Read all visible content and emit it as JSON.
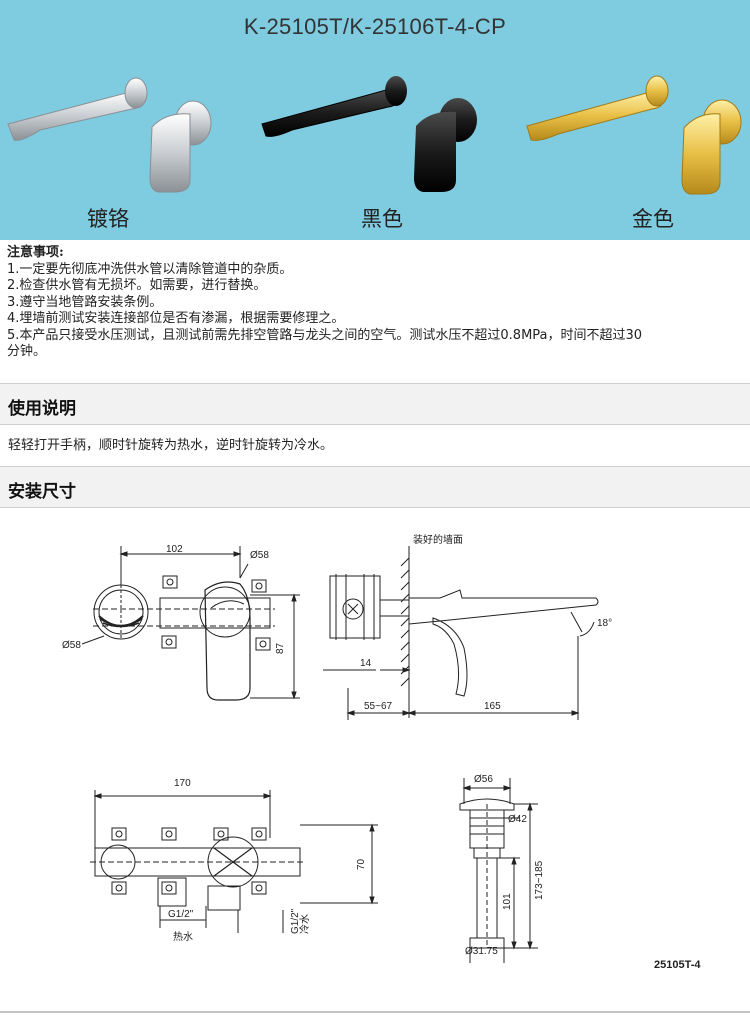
{
  "banner": {
    "model": "K-25105T/K-25106T-4-CP",
    "finishes": [
      {
        "label": "镀铬",
        "color": "#d9dcdf"
      },
      {
        "label": "黑色",
        "color": "#1c1c1c"
      },
      {
        "label": "金色",
        "color": "#e6c25a"
      }
    ]
  },
  "notes": {
    "title": "注意事项:",
    "items": [
      "1.一定要先彻底冲洗供水管以清除管道中的杂质。",
      "2.检查供水管有无损坏。如需要，进行替换。",
      "3.遵守当地管路安装条例。",
      "4.埋墙前测试安装连接部位是否有渗漏，根据需要修理之。",
      "5.本产品只接受水压测试，且测试前需先排空管路与龙头之间的空气。测试水压不超过0.8MPa，时间不超过30",
      "分钟。"
    ]
  },
  "usage": {
    "heading": "使用说明",
    "text": "轻轻打开手柄，顺时针旋转为热水，逆时针旋转为冷水。"
  },
  "install": {
    "heading": "安装尺寸",
    "dims": {
      "d102": "102",
      "d58a": "Ø58",
      "d58b": "Ø58",
      "d87": "87",
      "wall": "装好的墙面",
      "d14": "14",
      "d5567": "55~67",
      "d165": "165",
      "d18": "18°",
      "d170": "170",
      "d70": "70",
      "g12a": "G1/2\"",
      "hot": "热水",
      "g12b": "G1/2\"",
      "cold": "冷水",
      "d56": "Ø56",
      "d42": "Ø42",
      "d173": "173~185",
      "d101": "101",
      "d3175": "Ø31.75",
      "model": "25105T-4"
    }
  }
}
